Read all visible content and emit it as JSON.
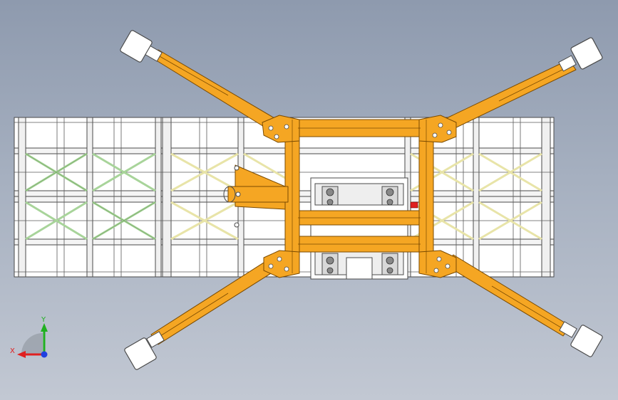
{
  "viewport": {
    "background_top": "#8e9aae",
    "background_bottom": "#c2c8d3"
  },
  "model": {
    "frame_color": "#ffffff",
    "frame_line_color": "#4a4a4a",
    "brace_left_color": "#a8d49a",
    "brace_right_color": "#e8e4a8",
    "boom_color": "#f5a623",
    "boom_edge_color": "#7a4a00",
    "pad_color": "#ffffff",
    "accent_red": "#e02020",
    "outrigger_count": 4
  },
  "triad": {
    "x_label": "X",
    "y_label": "Y",
    "x_color": "#e02020",
    "y_color": "#20b020",
    "z_color": "#2040e0"
  }
}
